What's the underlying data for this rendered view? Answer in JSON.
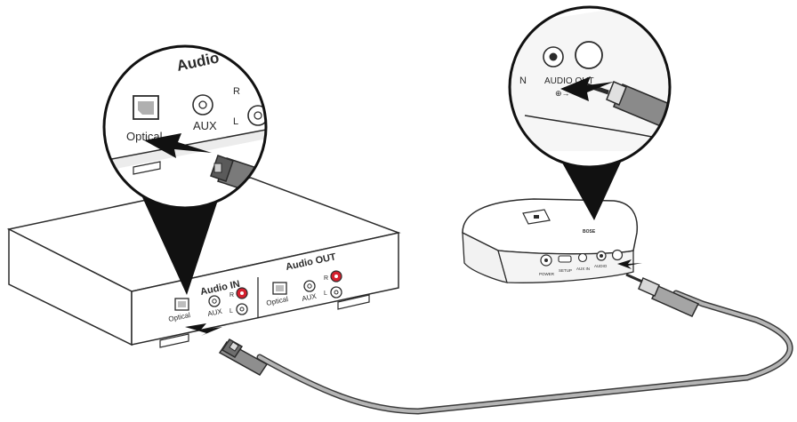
{
  "receiver": {
    "audio_in_label": "Audio IN",
    "audio_out_label": "Audio OUT",
    "in_optical_label": "Optical",
    "in_aux_label": "AUX",
    "out_optical_label": "Optical",
    "out_aux_label": "AUX",
    "r_label": "R",
    "l_label": "L"
  },
  "receiver_zoom": {
    "header_label": "Audio",
    "optical_label": "Optical",
    "aux_label": "AUX",
    "r_label": "R",
    "l_label": "L"
  },
  "adapter_zoom": {
    "audio_out_label": "AUDIO OUT",
    "partial_label": "N"
  },
  "adapter": {
    "power_label": "POWER",
    "setup_label": "SETUP",
    "aux_in_label": "AUX IN",
    "audio_label": "AUDIO",
    "brand_label": "BOSE"
  },
  "colors": {
    "outline": "#2b2b2b",
    "accent_red": "#d5202e",
    "cable_gray": "#9a9a9a",
    "panel_gray": "#efefef"
  }
}
